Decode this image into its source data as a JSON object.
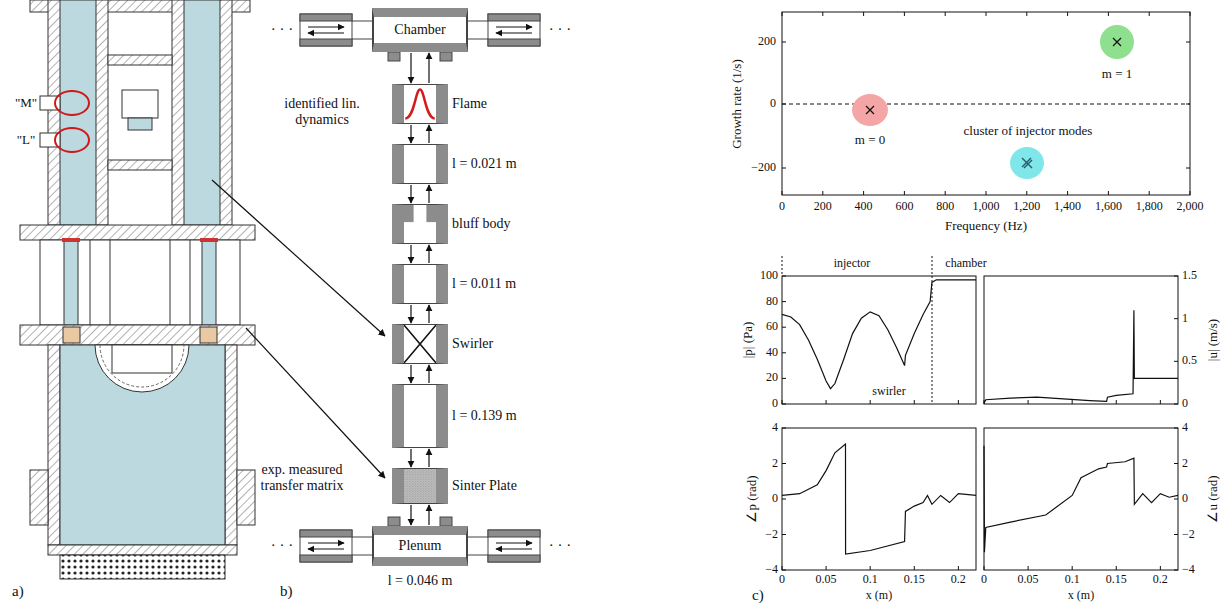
{
  "diagram": {
    "nodes": [
      {
        "text": [
          "Chamber"
        ]
      },
      {
        "text": [
          "Flame"
        ]
      },
      {
        "text": [
          "l = 0.021 m"
        ]
      },
      {
        "text": [
          "bluff body"
        ]
      },
      {
        "text": [
          "l = 0.011 m"
        ]
      },
      {
        "text": [
          "Swirler"
        ]
      },
      {
        "text": [
          "l = 0.139 m"
        ]
      },
      {
        "text": [
          "Sinter Plate"
        ]
      },
      {
        "text": [
          "Plenum",
          "l = 0.046 m"
        ]
      }
    ],
    "edges": [
      {
        "from": 0,
        "to": 1,
        "arrow": "both"
      },
      {
        "from": 1,
        "to": 2,
        "arrow": "both"
      },
      {
        "from": 2,
        "to": 3,
        "arrow": "both"
      },
      {
        "from": 3,
        "to": 4,
        "arrow": "both"
      },
      {
        "from": 4,
        "to": 5,
        "arrow": "both"
      },
      {
        "from": 5,
        "to": 6,
        "arrow": "both"
      },
      {
        "from": 6,
        "to": 7,
        "arrow": "both"
      },
      {
        "from": 7,
        "to": 8,
        "arrow": "both"
      }
    ],
    "labels": [
      "a)",
      "\"M\"",
      "\"L\"",
      "b)",
      "· · ·",
      "· · ·",
      "· · ·",
      "· · ·",
      "identified lin. dynamics",
      "exp. measured transfer matrix",
      "c)",
      "Growth rate (1/s)",
      "200",
      "0",
      "−200",
      "0",
      "200",
      "400",
      "600",
      "800",
      "1,000",
      "1,200",
      "1,400",
      "1,600",
      "1,800",
      "2,000",
      "Frequency (Hz)",
      "m = 0",
      "m = 1",
      "cluster of injector modes",
      "injector",
      "chamber",
      "swirler",
      "|p| (Pa)",
      "|u| (m/s)",
      "100",
      "80",
      "60",
      "40",
      "20",
      "0",
      "1.5",
      "1",
      "0.5",
      "0",
      "∠p (rad)",
      "∠u (rad)",
      "4",
      "2",
      "0",
      "−2",
      "−4",
      "4",
      "2",
      "0",
      "−2",
      "−4",
      "0",
      "0.05",
      "0.1",
      "0.15",
      "0.2",
      "x (m)",
      "0",
      "0.05",
      "0.1",
      "0.15",
      "0.2",
      "x (m)"
    ]
  }
}
